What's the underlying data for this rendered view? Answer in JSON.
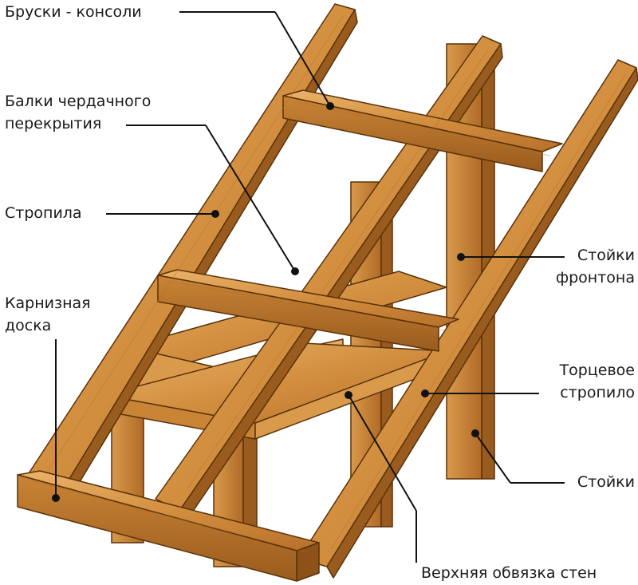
{
  "labels": {
    "bruski": "Бруски - консоли",
    "balki_1": "Балки чердачного",
    "balki_2": "перекрытия",
    "stropila": "Стропила",
    "karniz_1": "Карнизная",
    "karniz_2": "доска",
    "stoyki_fronton_1": "Стойки",
    "stoyki_fronton_2": "фронтона",
    "tortsevoe_1": "Торцевое",
    "tortsevoe_2": "стропило",
    "stoyki": "Стойки",
    "obvyazka": "Верхняя обвязка стен"
  },
  "colors": {
    "wood_light": "#e6a85a",
    "wood_mid": "#c98436",
    "wood_dark": "#8c5218",
    "outline": "#5a3209",
    "leader": "#111111"
  }
}
